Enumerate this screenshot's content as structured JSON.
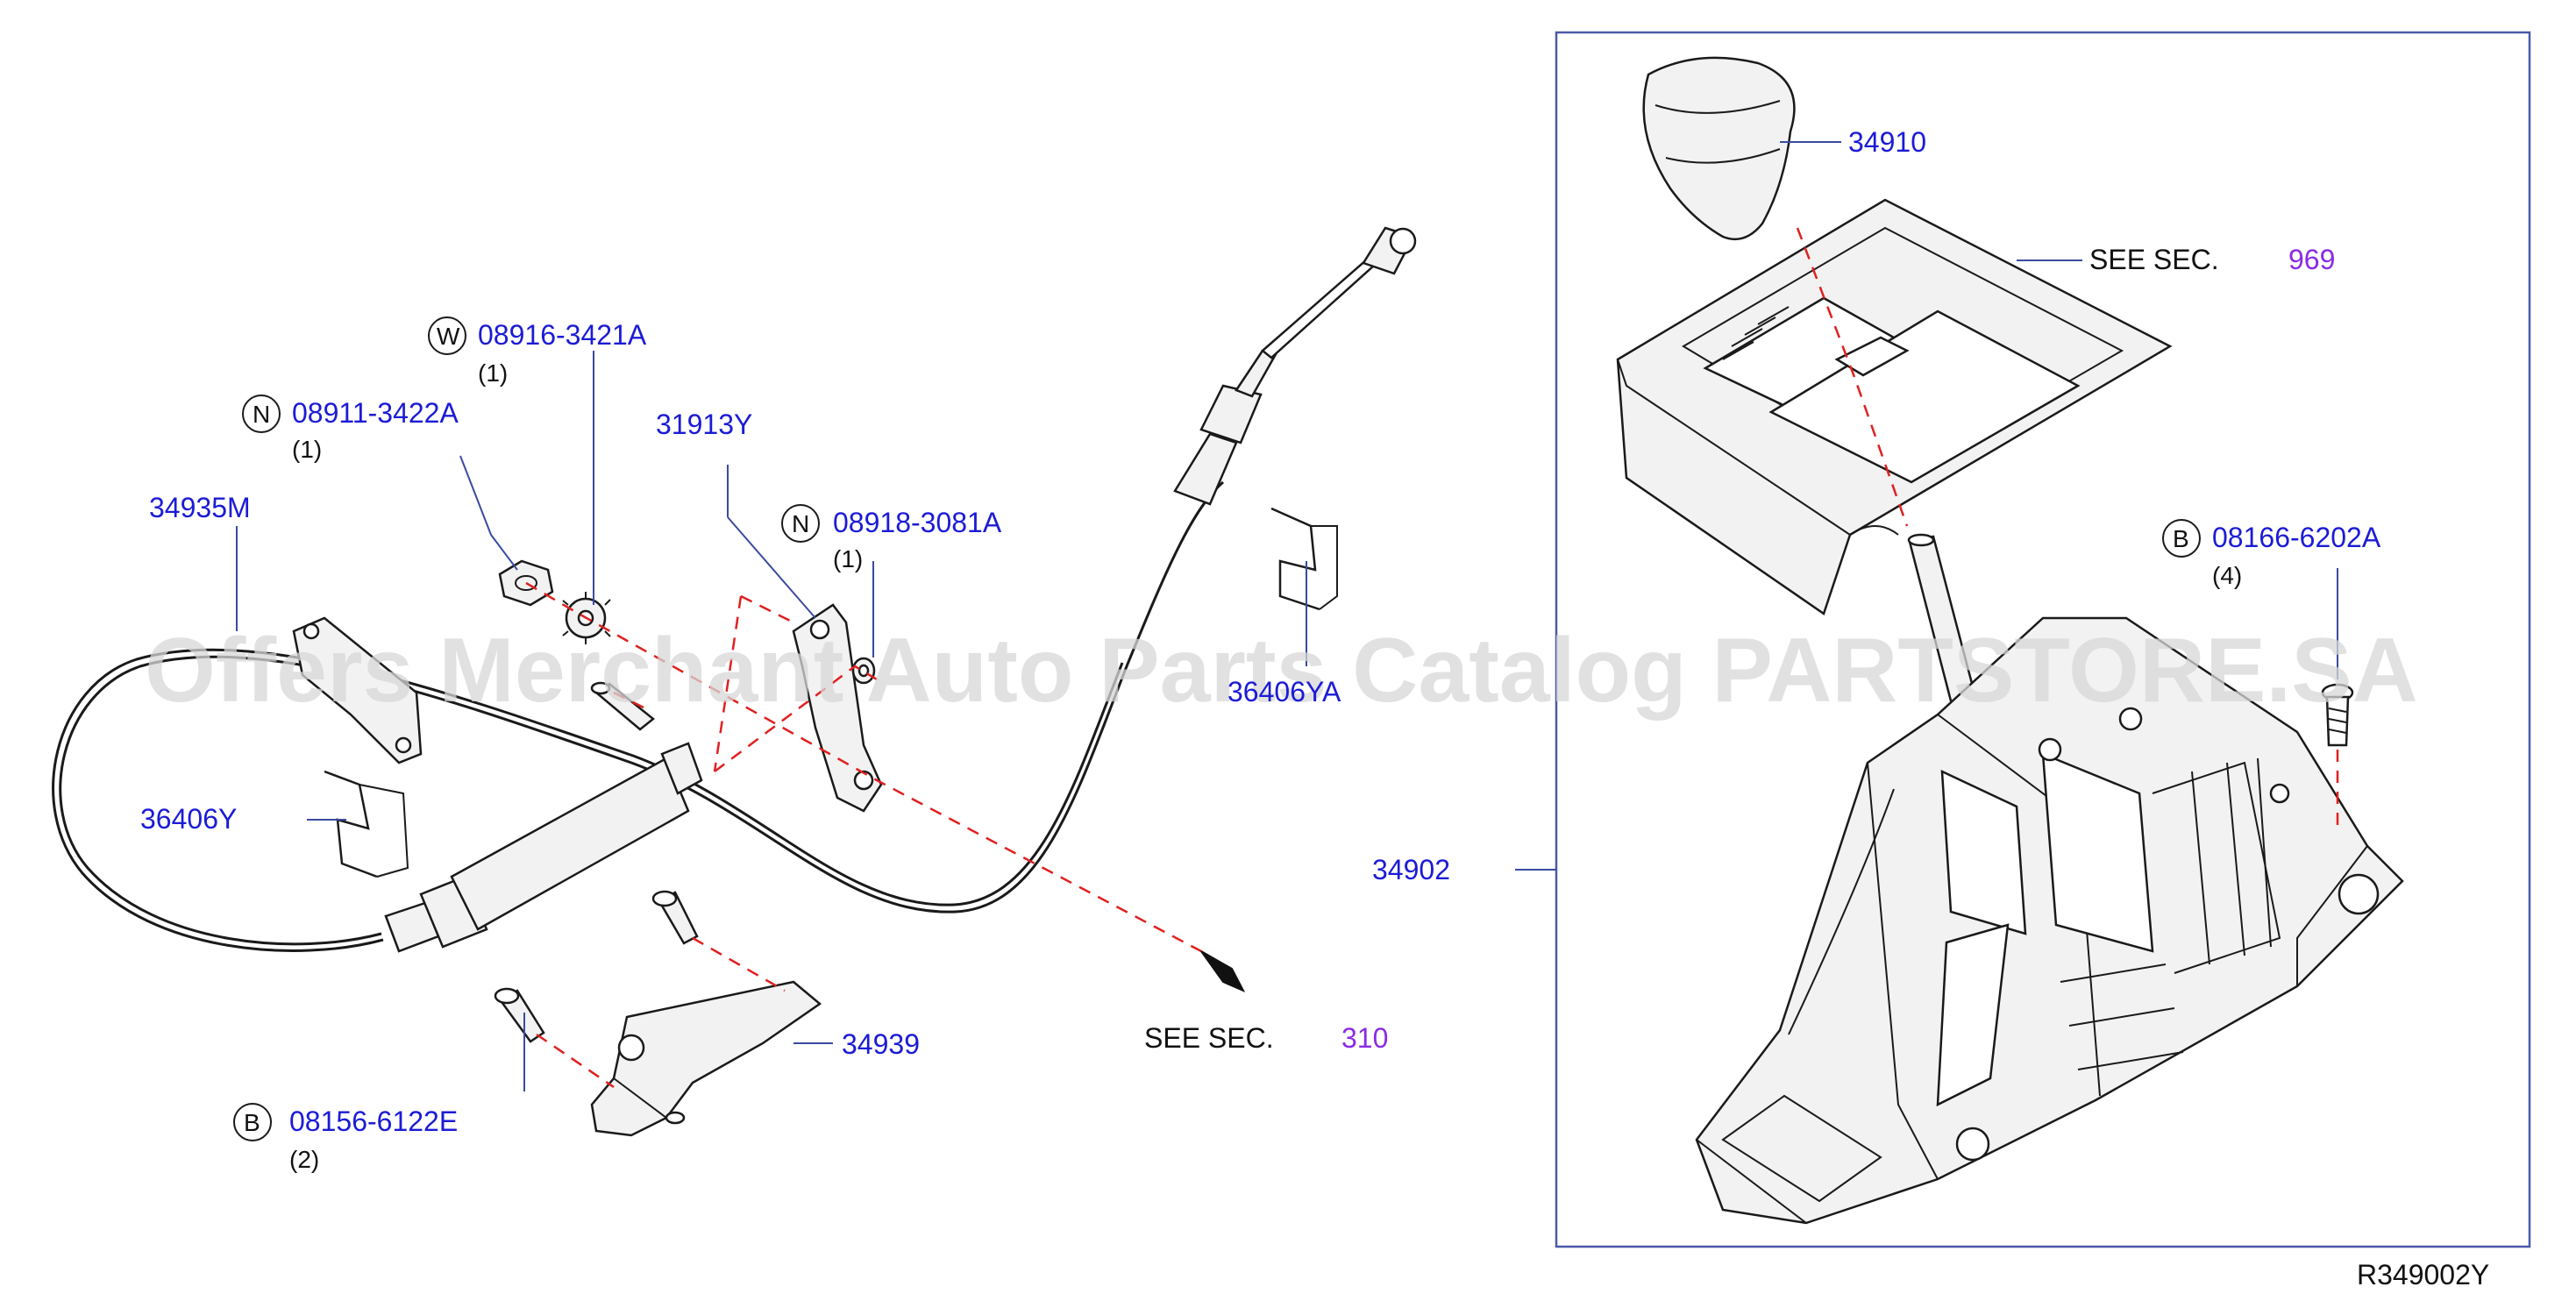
{
  "labels": {
    "p34910": "34910",
    "see_sec_969_text": "SEE   SEC.",
    "see_sec_969_num": "969",
    "w_part": "08916-3421A",
    "w_qty": "(1)",
    "w_letter": "W",
    "n1_part": "08911-3422A",
    "n1_qty": "(1)",
    "n1_letter": "N",
    "p31913Y": "31913Y",
    "n2_part": "08918-3081A",
    "n2_qty": "(1)",
    "n2_letter": "N",
    "p34935M": "34935M",
    "b1_part": "08166-6202A",
    "b1_qty": "(4)",
    "b1_letter": "B",
    "p36406YA": "36406YA",
    "p36406Y": "36406Y",
    "p34902": "34902",
    "p34939": "34939",
    "see_sec_310_text": "SEE   SEC.",
    "see_sec_310_num": "310",
    "b2_part": "08156-6122E",
    "b2_qty": "(2)",
    "b2_letter": "B",
    "ref_code": "R349002Y"
  },
  "watermark": "Offers Merchant Auto Parts Catalog PARTSTORE.SA",
  "colors": {
    "part_number": "#1b1bd6",
    "section_number": "#8a2be2",
    "leader": "#3a4aa0",
    "dashed_guide": "#e02020",
    "watermark": "#d7d7d7"
  }
}
